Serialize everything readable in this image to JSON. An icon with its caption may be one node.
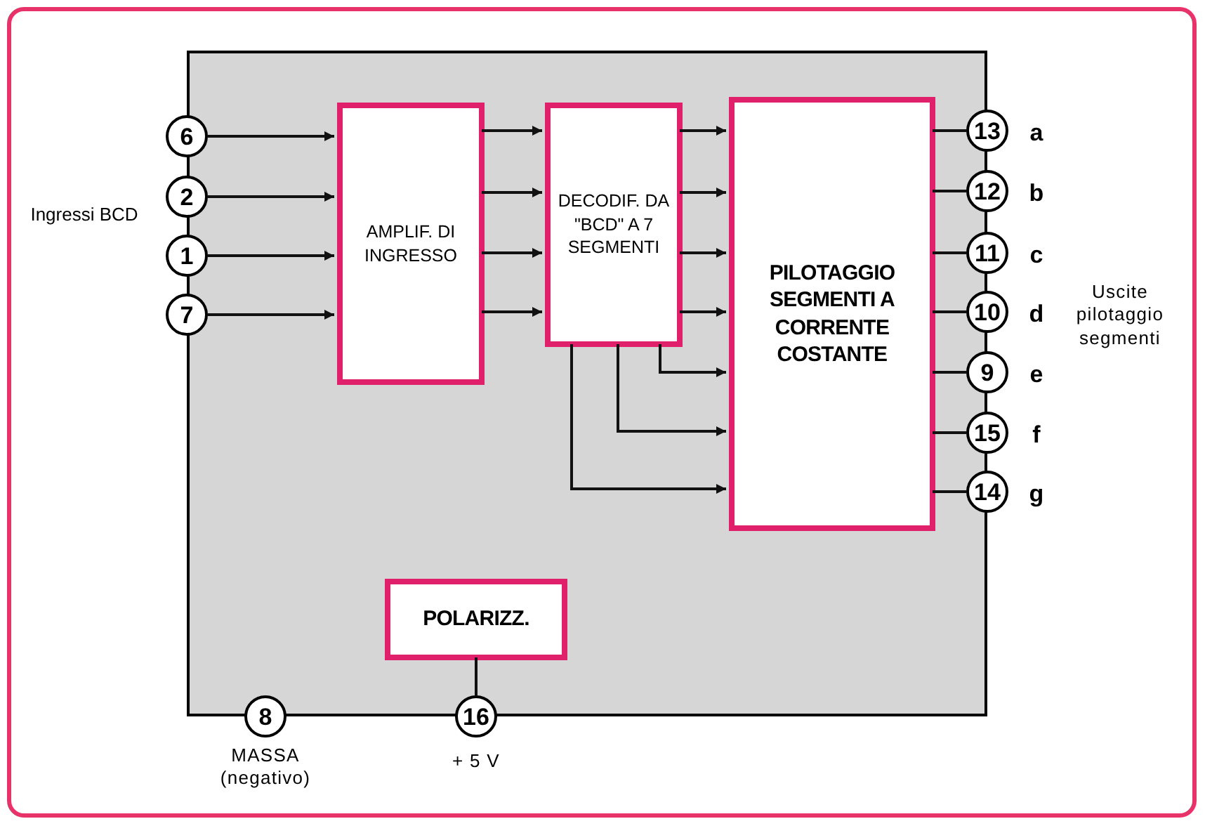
{
  "diagram": {
    "nodes": [
      {
        "text": [],
        "shape": "box"
      },
      {
        "text": [
          "6"
        ]
      },
      {
        "text": [
          "2"
        ]
      },
      {
        "text": [
          "1"
        ]
      },
      {
        "text": [
          "7"
        ]
      },
      {
        "text": [
          "AMPLIF. DI INGRESSO"
        ],
        "in": 0
      },
      {
        "text": [
          "DECODIF. DA \"BCD\" A 7 SEGMENTI"
        ],
        "in": 0
      },
      {
        "text": [
          "PILOTAGGIO SEGMENTI A CORRENTE COSTANTE"
        ],
        "in": 0
      },
      {
        "text": [
          "13"
        ],
        "beside": [
          "a"
        ]
      },
      {
        "text": [
          "12"
        ],
        "beside": [
          "b"
        ]
      },
      {
        "text": [
          "11"
        ],
        "beside": [
          "c"
        ]
      },
      {
        "text": [
          "10"
        ],
        "beside": [
          "d"
        ]
      },
      {
        "text": [
          "9"
        ],
        "beside": [
          "e"
        ]
      },
      {
        "text": [
          "15"
        ],
        "beside": [
          "f"
        ]
      },
      {
        "text": [
          "14"
        ],
        "beside": [
          "g"
        ]
      },
      {
        "text": [
          "POLARIZZ."
        ],
        "in": 0
      },
      {
        "text": [
          "8"
        ],
        "beside": [
          "MASSA (negativo)"
        ]
      },
      {
        "text": [
          "16"
        ],
        "beside": [
          "+ 5 V"
        ]
      }
    ],
    "edges": [
      {
        "from": 1,
        "to": 5,
        "arrow": "to"
      },
      {
        "from": 2,
        "to": 5,
        "arrow": "to"
      },
      {
        "from": 3,
        "to": 5,
        "arrow": "to"
      },
      {
        "from": 4,
        "to": 5,
        "arrow": "to"
      },
      {
        "from": 5,
        "to": 6,
        "arrow": "to"
      },
      {
        "from": 5,
        "to": 6,
        "arrow": "to"
      },
      {
        "from": 5,
        "to": 6,
        "arrow": "to"
      },
      {
        "from": 5,
        "to": 6,
        "arrow": "to"
      },
      {
        "from": 6,
        "to": 7,
        "arrow": "to"
      },
      {
        "from": 6,
        "to": 7,
        "arrow": "to"
      },
      {
        "from": 6,
        "to": 7,
        "arrow": "to"
      },
      {
        "from": 6,
        "to": 7,
        "arrow": "to"
      },
      {
        "from": 6,
        "to": 7,
        "arrow": "to"
      },
      {
        "from": 6,
        "to": 7,
        "arrow": "to"
      },
      {
        "from": 6,
        "to": 7,
        "arrow": "to"
      },
      {
        "from": 7,
        "to": 8,
        "arrow": "none"
      },
      {
        "from": 7,
        "to": 9,
        "arrow": "none"
      },
      {
        "from": 7,
        "to": 10,
        "arrow": "none"
      },
      {
        "from": 7,
        "to": 11,
        "arrow": "none"
      },
      {
        "from": 7,
        "to": 12,
        "arrow": "none"
      },
      {
        "from": 7,
        "to": 13,
        "arrow": "none"
      },
      {
        "from": 7,
        "to": 14,
        "arrow": "none"
      },
      {
        "from": 15,
        "to": 17,
        "arrow": "none"
      }
    ],
    "labels": [
      "Ingressi BCD",
      "Uscite pilotaggio segmenti"
    ]
  }
}
